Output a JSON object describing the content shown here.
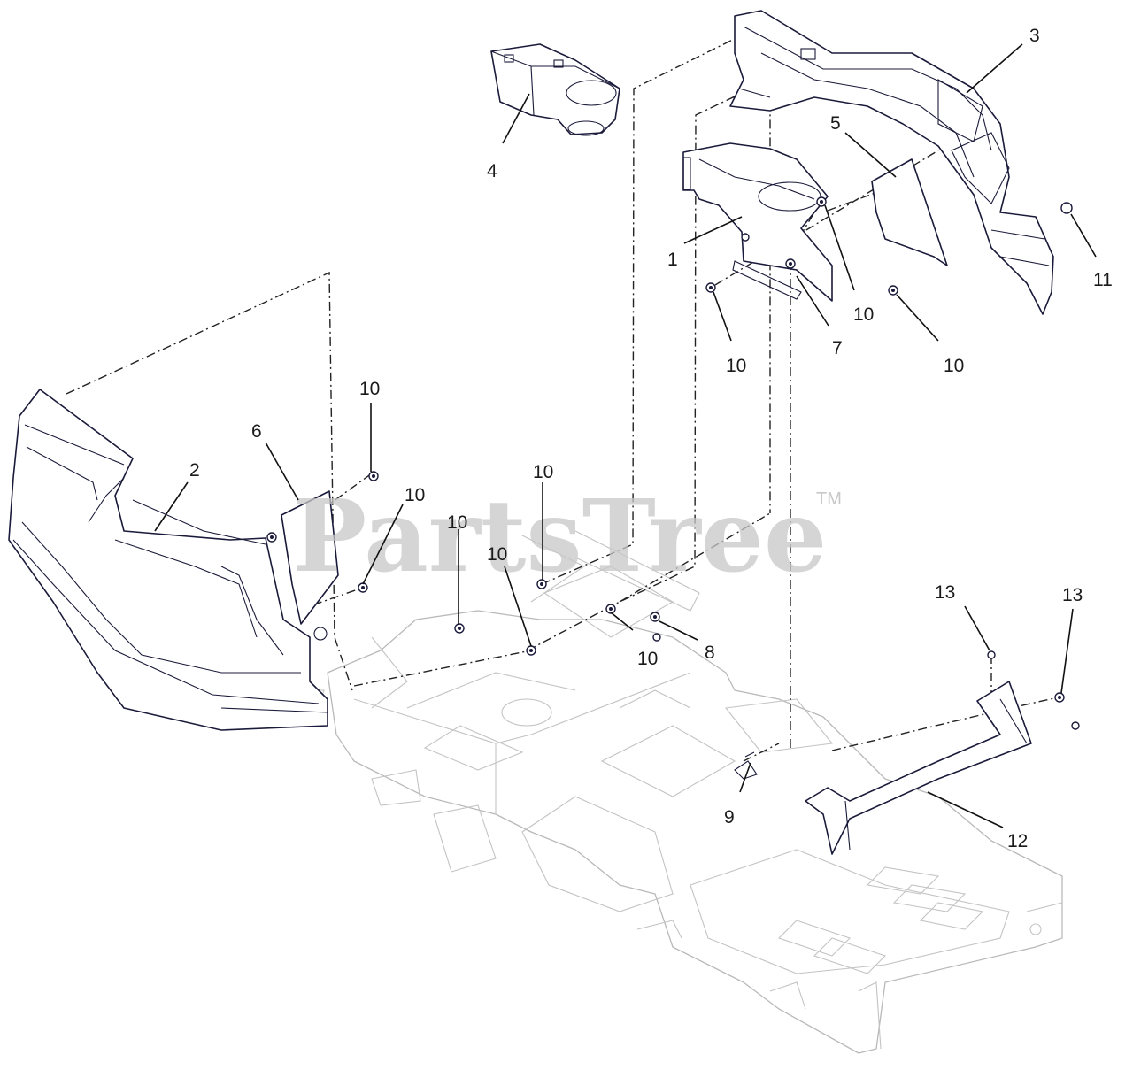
{
  "watermark": {
    "text": "PartsTree",
    "tm": "TM"
  },
  "callouts": [
    {
      "id": "c1",
      "label": "1"
    },
    {
      "id": "c2",
      "label": "2"
    },
    {
      "id": "c3",
      "label": "3"
    },
    {
      "id": "c4",
      "label": "4"
    },
    {
      "id": "c5",
      "label": "5"
    },
    {
      "id": "c6",
      "label": "6"
    },
    {
      "id": "c7",
      "label": "7"
    },
    {
      "id": "c8",
      "label": "8"
    },
    {
      "id": "c9",
      "label": "9"
    },
    {
      "id": "c10a",
      "label": "10"
    },
    {
      "id": "c10b",
      "label": "10"
    },
    {
      "id": "c10c",
      "label": "10"
    },
    {
      "id": "c10d",
      "label": "10"
    },
    {
      "id": "c10e",
      "label": "10"
    },
    {
      "id": "c10f",
      "label": "10"
    },
    {
      "id": "c10g",
      "label": "10"
    },
    {
      "id": "c10h",
      "label": "10"
    },
    {
      "id": "c10i",
      "label": "10"
    },
    {
      "id": "c11",
      "label": "11"
    },
    {
      "id": "c12",
      "label": "12"
    },
    {
      "id": "c13a",
      "label": "13"
    },
    {
      "id": "c13b",
      "label": "13"
    }
  ]
}
